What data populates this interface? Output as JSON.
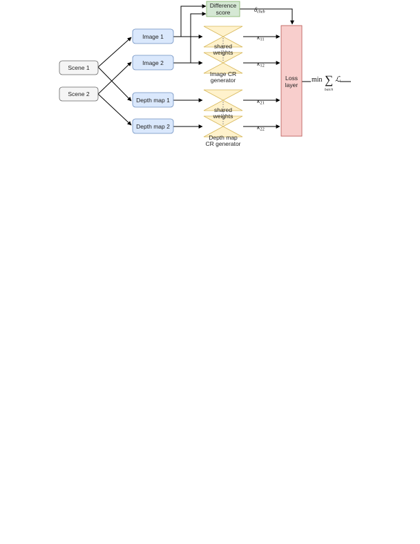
{
  "diagram": {
    "nodes": {
      "scene1": "Scene 1",
      "scene2": "Scene 2",
      "image1": "Image 1",
      "image2": "Image 2",
      "depth1": "Depth map 1",
      "depth2": "Depth map 2",
      "difference_line1": "Difference",
      "difference_line2": "score",
      "loss_line1": "Loss",
      "loss_line2": "layer"
    },
    "generators": {
      "shared_line1": "shared",
      "shared_line2": "weights",
      "image_gen_line1": "Image CR",
      "image_gen_line2": "generator",
      "depth_gen_line1": "Depth map",
      "depth_gen_line2": "CR generator"
    },
    "outputs": {
      "k11": {
        "sym": "κ",
        "sub": "11"
      },
      "k12": {
        "sym": "κ",
        "sub": "12"
      },
      "k21": {
        "sym": "κ",
        "sub": "21"
      },
      "k22": {
        "sym": "κ",
        "sub": "22"
      },
      "delta": {
        "sym": "δ",
        "sub": "cheb"
      }
    },
    "objective": {
      "min": "min",
      "sum": "∑",
      "batch": "batch",
      "loss": "ℒ"
    },
    "colors": {
      "scene_fill": "#f5f5f5",
      "scene_stroke": "#666666",
      "input_fill": "#dae8fc",
      "input_stroke": "#6c8ebf",
      "gen_fill": "#fff2cc",
      "gen_stroke": "#d6b656",
      "diff_fill": "#d5e8d4",
      "diff_stroke": "#82b366",
      "loss_fill": "#f8cecc",
      "loss_stroke": "#b85450"
    }
  }
}
